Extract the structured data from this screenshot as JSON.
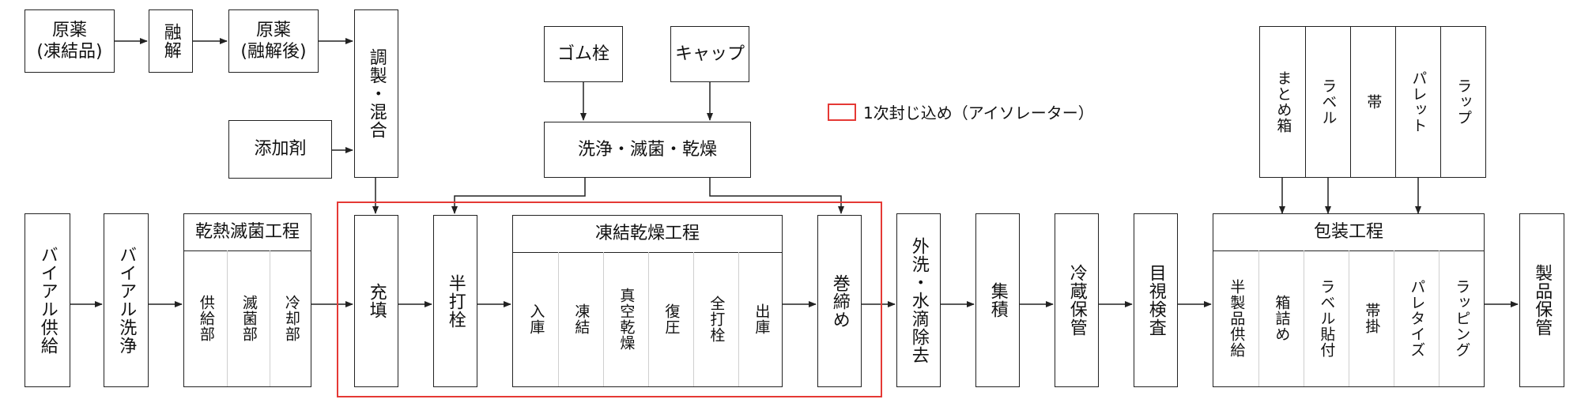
{
  "top_left": {
    "raw_frozen": "原薬\n(凍結品)",
    "thaw": "融解",
    "raw_thawed": "原薬\n(融解後)",
    "additive": "添加剤",
    "mix": "調製・混合"
  },
  "top_middle": {
    "rubber_stopper": "ゴム栓",
    "cap": "キャップ",
    "wash": "洗浄・滅菌・乾燥"
  },
  "legend": {
    "label": "1次封じ込め（アイソレーター）",
    "color": "#e53935"
  },
  "packaging_materials": [
    "まとめ箱",
    "ラベル",
    "帯",
    "パレット",
    "ラップ"
  ],
  "process": {
    "vial_supply": "バイアル供給",
    "vial_wash": "バイアル洗浄",
    "dry_heat": {
      "title": "乾熱滅菌工程",
      "steps": [
        "供給部",
        "滅菌部",
        "冷却部"
      ]
    },
    "fill": "充填",
    "half_stopper": "半打栓",
    "freeze_dry": {
      "title": "凍結乾燥工程",
      "steps": [
        "入庫",
        "凍結",
        "真空乾燥",
        "復圧",
        "全打栓",
        "出庫"
      ]
    },
    "crimp": "巻締め",
    "ext_wash": "外洗・水滴除去",
    "accumulate": "集積",
    "cold_storage": "冷蔵保管",
    "visual_inspect": "目視検査",
    "packaging": {
      "title": "包装工程",
      "steps": [
        "半製品供給",
        "箱詰め",
        "ラベル貼付",
        "帯掛",
        "パレタイズ",
        "ラッピング"
      ]
    },
    "product_storage": "製品保管"
  },
  "colors": {
    "line": "#222222",
    "accent": "#e53935"
  }
}
